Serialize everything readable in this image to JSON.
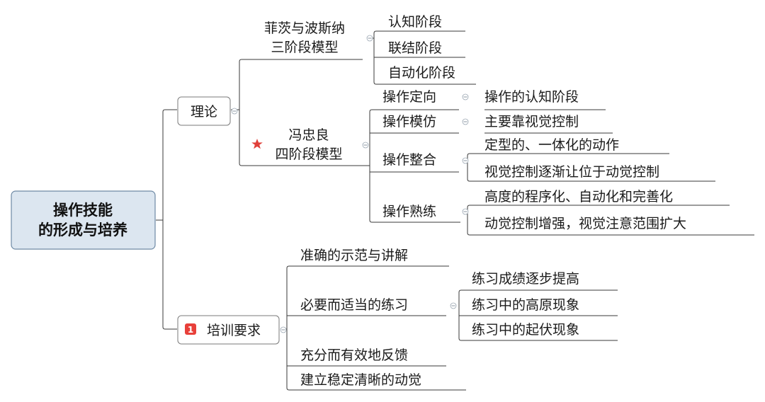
{
  "root": {
    "line1": "操作技能",
    "line2": "的形成与培养"
  },
  "theory": {
    "label": "理论",
    "model1": {
      "line1": "菲茨与波斯纳",
      "line2": "三阶段模型",
      "stages": [
        "认知阶段",
        "联结阶段",
        "自动化阶段"
      ]
    },
    "model2": {
      "line1": "冯忠良",
      "line2": "四阶段模型",
      "marker": "star-icon",
      "stages": [
        {
          "label": "操作定向",
          "details": [
            "操作的认知阶段"
          ]
        },
        {
          "label": "操作模仿",
          "details": [
            "主要靠视觉控制"
          ]
        },
        {
          "label": "操作整合",
          "details": [
            "定型的、一体化的动作",
            "视觉控制逐渐让位于动觉控制"
          ]
        },
        {
          "label": "操作熟练",
          "details": [
            "高度的程序化、自动化和完善化",
            "动觉控制增强，视觉注意范围扩大"
          ]
        }
      ]
    }
  },
  "training": {
    "badge": "1",
    "label": "培训要求",
    "items": [
      {
        "label": "准确的示范与讲解"
      },
      {
        "label": "必要而适当的练习",
        "details": [
          "练习成绩逐步提高",
          "练习中的高原现象",
          "练习中的起伏现象"
        ]
      },
      {
        "label": "充分而有效地反馈"
      },
      {
        "label": "建立稳定清晰的动觉"
      }
    ]
  },
  "colors": {
    "root_fill": "#dce6f0",
    "root_border": "#6f8aa5",
    "box_border": "#7a7a7a",
    "line": "#3a3a3a",
    "star": "#e0403a",
    "badge": "#e8403a"
  }
}
